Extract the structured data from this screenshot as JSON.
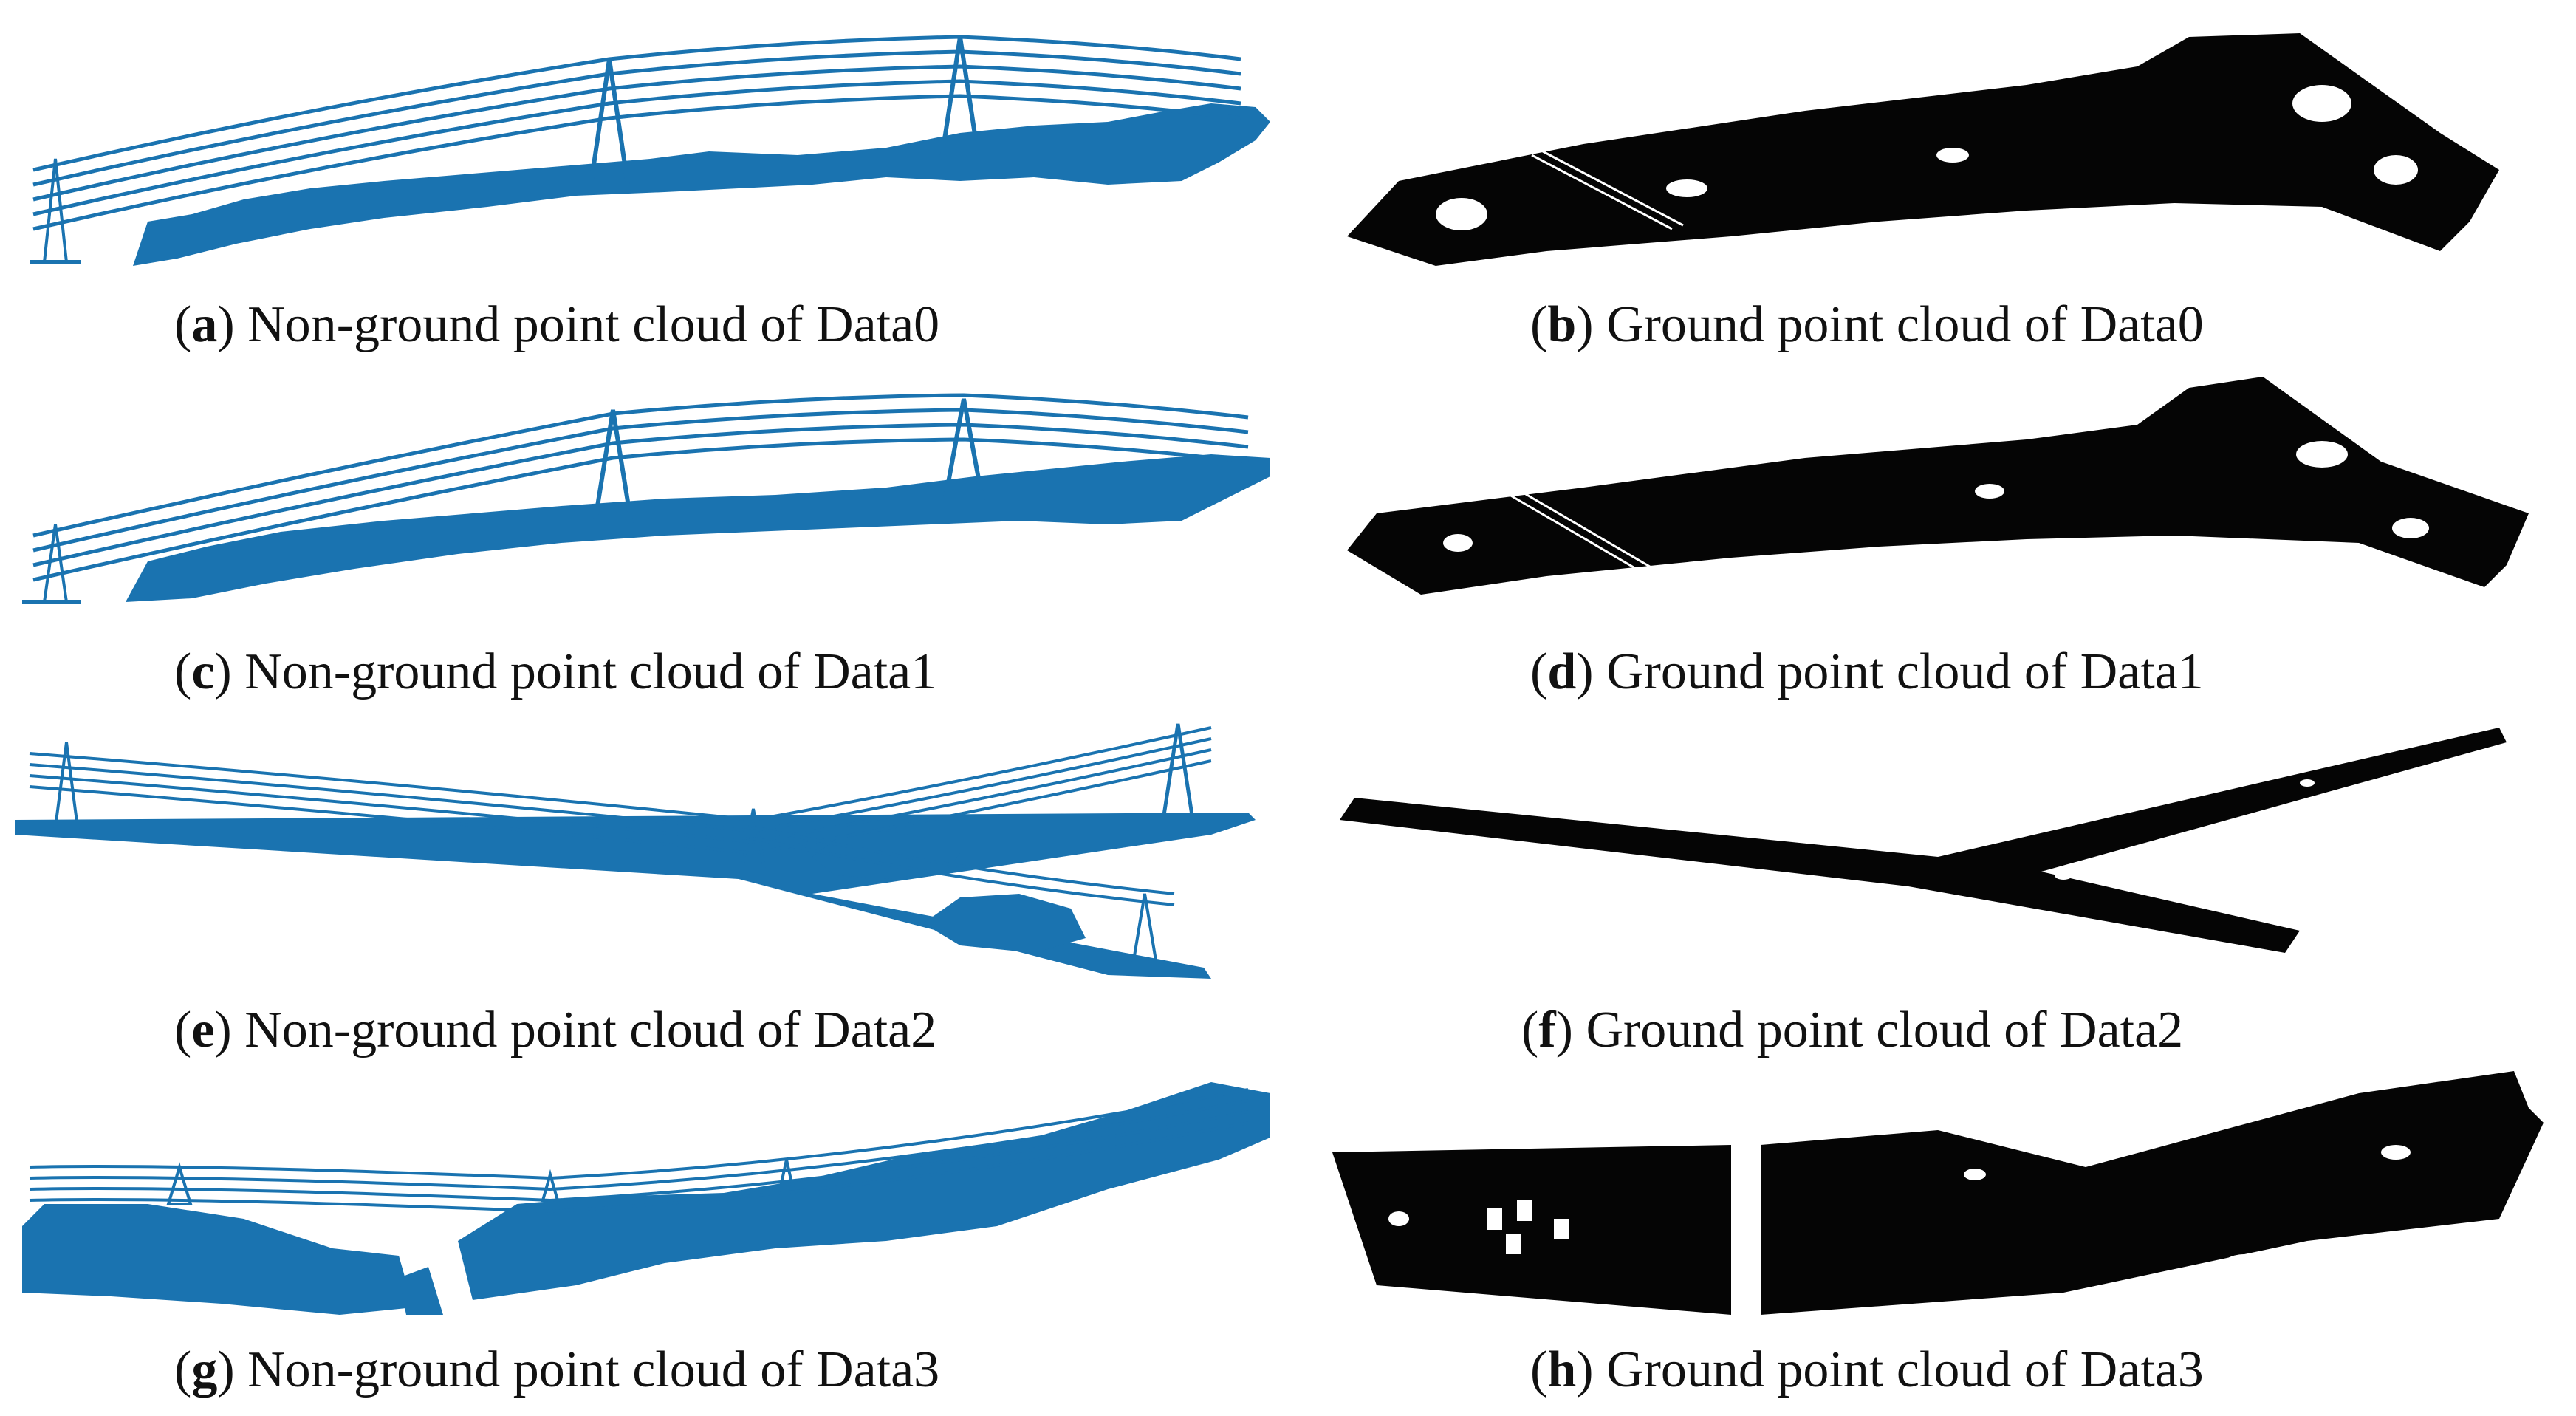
{
  "panels": [
    {
      "letter": "a",
      "text": " Non-ground point cloud of Data0"
    },
    {
      "letter": "b",
      "text": " Ground point cloud of Data0"
    },
    {
      "letter": "c",
      "text": " Non-ground point cloud of Data1"
    },
    {
      "letter": "d",
      "text": " Ground point cloud of Data1"
    },
    {
      "letter": "e",
      "text": " Non-ground point cloud of Data2"
    },
    {
      "letter": "f",
      "text": " Ground point cloud of Data2"
    },
    {
      "letter": "g",
      "text": " Non-ground point cloud of Data3"
    },
    {
      "letter": "h",
      "text": " Ground point cloud of Data3"
    }
  ],
  "colors": {
    "non_ground": "#1a73b0",
    "ground": "#050505",
    "ground_speckle": "#ffffff"
  }
}
